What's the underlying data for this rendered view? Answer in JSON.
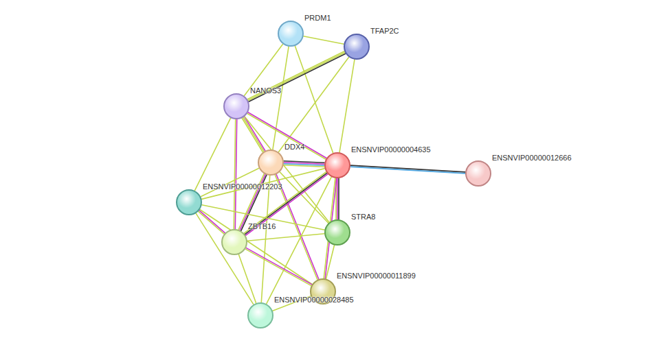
{
  "diagram": {
    "nodes": [
      {
        "text": [
          "PRDM1"
        ]
      },
      {
        "text": [
          "TFAP2C"
        ]
      },
      {
        "text": [
          "NANOS3"
        ]
      },
      {
        "text": [
          "DDX4"
        ]
      },
      {
        "text": [
          "ENSNVIP00000004635"
        ]
      },
      {
        "text": [
          "ENSNVIP00000012666"
        ]
      },
      {
        "text": [
          "ENSNVIP00000012203"
        ]
      },
      {
        "text": [
          "ZBTB16"
        ]
      },
      {
        "text": [
          "STRA8"
        ]
      },
      {
        "text": [
          "ENSNVIP00000011899"
        ]
      },
      {
        "text": [
          "ENSNVIP00000028485"
        ]
      }
    ],
    "edges": [
      {
        "from": 0,
        "to": 1,
        "arrow": "none"
      },
      {
        "from": 0,
        "to": 2,
        "arrow": "none"
      },
      {
        "from": 0,
        "to": 3,
        "arrow": "none"
      },
      {
        "from": 0,
        "to": 4,
        "arrow": "none"
      },
      {
        "from": 1,
        "to": 2,
        "arrow": "none"
      },
      {
        "from": 1,
        "to": 3,
        "arrow": "none"
      },
      {
        "from": 1,
        "to": 4,
        "arrow": "none"
      },
      {
        "from": 2,
        "to": 3,
        "arrow": "none"
      },
      {
        "from": 2,
        "to": 4,
        "arrow": "none"
      },
      {
        "from": 2,
        "to": 6,
        "arrow": "none"
      },
      {
        "from": 2,
        "to": 7,
        "arrow": "none"
      },
      {
        "from": 2,
        "to": 8,
        "arrow": "none"
      },
      {
        "from": 3,
        "to": 4,
        "arrow": "none"
      },
      {
        "from": 3,
        "to": 6,
        "arrow": "none"
      },
      {
        "from": 3,
        "to": 7,
        "arrow": "none"
      },
      {
        "from": 3,
        "to": 8,
        "arrow": "none"
      },
      {
        "from": 3,
        "to": 9,
        "arrow": "none"
      },
      {
        "from": 3,
        "to": 10,
        "arrow": "none"
      },
      {
        "from": 4,
        "to": 5,
        "arrow": "none"
      },
      {
        "from": 4,
        "to": 6,
        "arrow": "none"
      },
      {
        "from": 4,
        "to": 7,
        "arrow": "none"
      },
      {
        "from": 4,
        "to": 8,
        "arrow": "none"
      },
      {
        "from": 4,
        "to": 9,
        "arrow": "none"
      },
      {
        "from": 4,
        "to": 10,
        "arrow": "none"
      },
      {
        "from": 6,
        "to": 7,
        "arrow": "none"
      },
      {
        "from": 6,
        "to": 8,
        "arrow": "none"
      },
      {
        "from": 6,
        "to": 9,
        "arrow": "none"
      },
      {
        "from": 6,
        "to": 10,
        "arrow": "none"
      },
      {
        "from": 7,
        "to": 8,
        "arrow": "none"
      },
      {
        "from": 7,
        "to": 9,
        "arrow": "none"
      },
      {
        "from": 7,
        "to": 10,
        "arrow": "none"
      },
      {
        "from": 8,
        "to": 9,
        "arrow": "none"
      },
      {
        "from": 9,
        "to": 10,
        "arrow": "none"
      }
    ]
  }
}
